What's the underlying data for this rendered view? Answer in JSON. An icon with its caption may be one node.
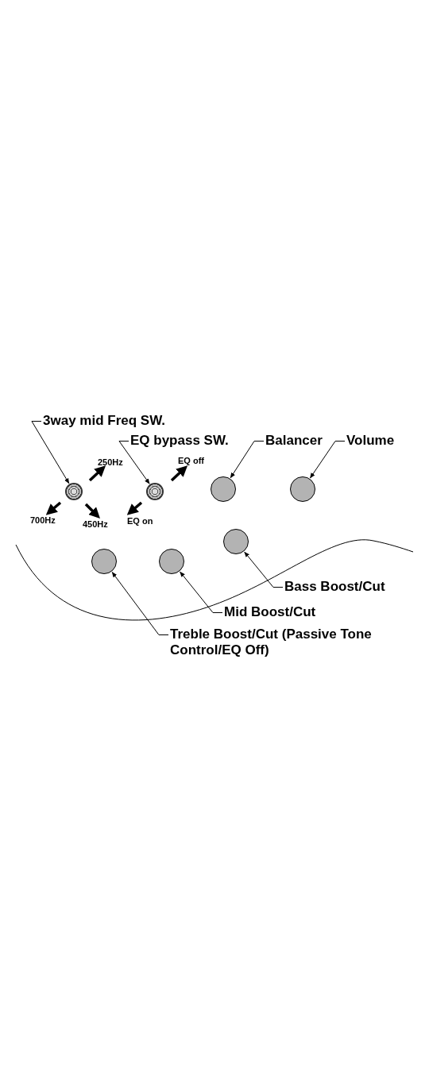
{
  "diagram": {
    "nodes": [
      {
        "text": [
          "3way mid Freq SW."
        ]
      },
      {
        "text": [
          "EQ bypass SW."
        ]
      },
      {
        "text": [
          "Balancer"
        ]
      },
      {
        "text": [
          "Volume"
        ]
      },
      {
        "text": [],
        "shape": "circle"
      },
      {
        "text": [],
        "shape": "circle"
      },
      {
        "text": [],
        "shape": "circle"
      },
      {
        "text": [],
        "shape": "circle"
      },
      {
        "text": [],
        "shape": "circle"
      },
      {
        "text": [],
        "shape": "circle"
      },
      {
        "text": [],
        "shape": "circle"
      },
      {
        "text": [
          "Bass Boost/Cut"
        ]
      },
      {
        "text": [
          "Mid Boost/Cut"
        ]
      },
      {
        "text": [
          "Treble Boost/Cut (Passive Tone Control/EQ Off)"
        ]
      }
    ],
    "edges": [
      {
        "from": 0,
        "to": 4,
        "arrow": "to"
      },
      {
        "from": 1,
        "to": 5,
        "arrow": "to"
      },
      {
        "from": 2,
        "to": 6,
        "arrow": "to"
      },
      {
        "from": 3,
        "to": 7,
        "arrow": "to"
      },
      {
        "from": 13,
        "to": 8,
        "arrow": "to"
      },
      {
        "from": 12,
        "to": 9,
        "arrow": "to"
      },
      {
        "from": 11,
        "to": 10,
        "arrow": "to"
      }
    ],
    "labels": [
      "250Hz",
      "EQ off",
      "700Hz",
      "450Hz",
      "EQ on"
    ]
  }
}
